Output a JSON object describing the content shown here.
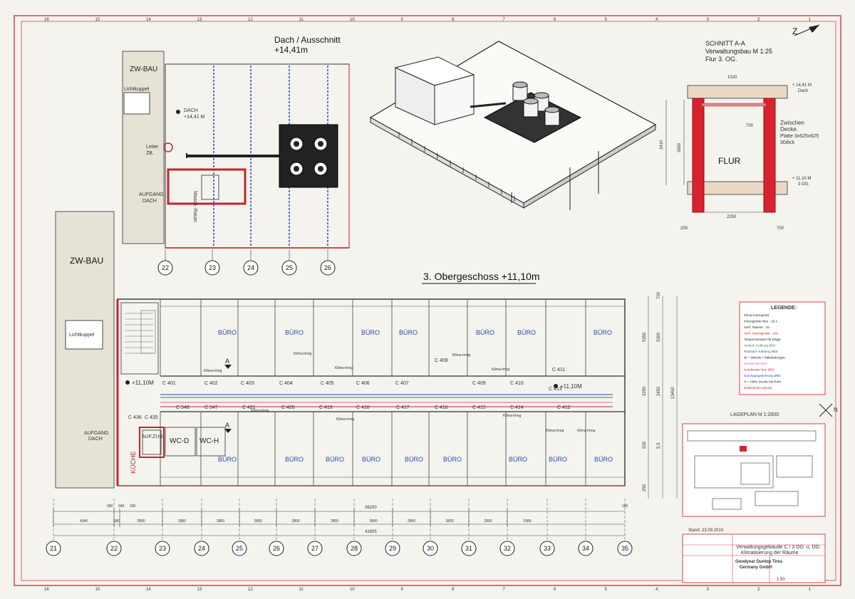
{
  "roof_section": {
    "title": "Dach / Ausschnitt",
    "level": "+14,41m",
    "zw_bau": "ZW-BAU",
    "skylight": "Lichtkuppel",
    "roof_mark": "DACH",
    "roof_level": "+14,41 M",
    "ladder": "Leiter",
    "ladder_sub": "ZB.",
    "stair": "AUFGANG",
    "stair_sub": "DACH",
    "machine_room": "Masch.-Raum",
    "axes": [
      "22",
      "23",
      "24",
      "25",
      "26"
    ]
  },
  "section_aa": {
    "title": "SCHNITT A-A",
    "subtitle": "Verwaltungsbau  M 1:25",
    "floor": "Flur 3. OG.",
    "dim_top": "1020",
    "dim_mid": "700",
    "dim_bottom": "2250",
    "dim_left": "200",
    "dim_right": "700",
    "level_top": "+ 14,41 M",
    "level_top_sub": "Dach",
    "level_bottom": "+ 11,10 M",
    "level_bottom_sub": "3 OG.",
    "room": "FLUR",
    "note1": "Zwischen",
    "note2": "Decke.",
    "note3": "Platte 3x625x625",
    "note4": "30dick",
    "height1": "3410",
    "height2": "2600"
  },
  "floor_plan": {
    "title": "3. Obergeschoss +11,10m",
    "zw_bau": "ZW-BAU",
    "skylight": "Lichtkuppel",
    "level_left": "+11,10M",
    "level_right": "+11,10M",
    "stair": "AUFGANG",
    "stair_sub": "DACH",
    "kitchen": "KÜCHE",
    "lift": "AUF.ZUG",
    "wc_d": "WC-D",
    "wc_h": "WC-H",
    "office": "BÜRO",
    "klima": "Klima-Imng",
    "section_mark": "A",
    "rooms_top": [
      "C 401",
      "C 402",
      "C 403",
      "C 404",
      "C 405",
      "C 406",
      "C 407",
      "C 408",
      "C 409",
      "C 410",
      "C 411",
      "C 413"
    ],
    "rooms_bottom": [
      "C 436",
      "C 435",
      "C 548",
      "C 547",
      "C 421",
      "C 420",
      "C 419",
      "C 418",
      "C 417",
      "C 416",
      "C 415",
      "C 414",
      "C 412"
    ],
    "dims_total": "36200",
    "dims_overall": "41605",
    "dims_bays": [
      "4340",
      "680",
      "2800",
      "2800",
      "2800",
      "2800",
      "2800",
      "2800",
      "2800",
      "2800",
      "2800",
      "2800",
      "2980"
    ],
    "dims_small": [
      "380",
      "340",
      "200",
      "180"
    ],
    "axes": [
      "21",
      "22",
      "23",
      "24",
      "25",
      "26",
      "27",
      "28",
      "29",
      "30",
      "31",
      "32",
      "33",
      "34",
      "35"
    ],
    "right_dims": [
      "5350",
      "5300",
      "2250",
      "2450",
      "13450",
      "535",
      "5.3",
      "250",
      "700"
    ]
  },
  "legend": {
    "title": "LEGENDE:",
    "items": [
      "Klima-Innengerät",
      "Innengeräte Neu : 16 x",
      "Vorh. Räume : 16",
      "Vorh. Innengeräte : rote",
      "Absperrarmatur für Etage",
      "Vorlauf -Kühlung Ø28",
      "Rücklauf -Kühlung Ø28",
      "W = Weiche / Kälteleitungen",
      "Kondensat Ø28",
      "Kondensat Vert. Ø18",
      "Durchgangsbohrung Ø80",
      "H = Höhe Decke bis Rohr",
      "Elektrische-Leitung"
    ]
  },
  "lageplan": {
    "title": "LAGEPLAN  M 1:2000",
    "north": "N"
  },
  "title_block": {
    "date": "Stand: 23.09.2010",
    "project_line1": "Verwaltungsgebäude C / 3 OG. u. DG.",
    "project_line2": "Klimatisierung der Räume",
    "company_line1": "Goodyear Dunlop Tires",
    "company_line2": "Germany GmbH",
    "scale": "1:50"
  },
  "frame": {
    "col_numbers": [
      "16",
      "15",
      "14",
      "13",
      "12",
      "11",
      "10",
      "9",
      "8",
      "7",
      "6",
      "5",
      "4",
      "3",
      "2",
      "1"
    ]
  }
}
